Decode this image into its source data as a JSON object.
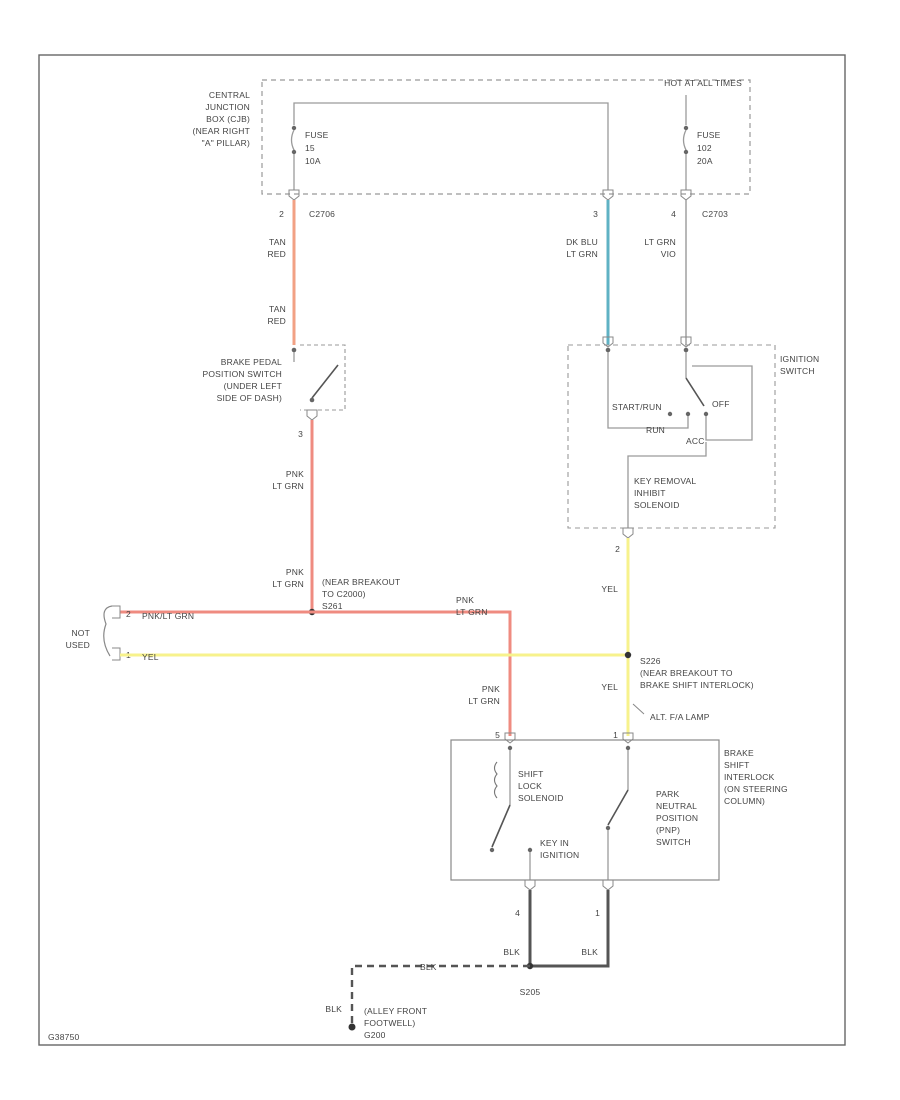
{
  "colors": {
    "wire_gray": "#9a9a9a",
    "wire_tan_red": "#f2a184",
    "wire_pink_ltgrn": "#ef8b80",
    "wire_dkblu_ltgrn": "#5fb2c4",
    "wire_yel": "#f7f28c",
    "wire_blk": "#555555",
    "frame": "#666666",
    "dashed": "#999999",
    "text": "#444444"
  },
  "cjb": {
    "label_lines": [
      "CENTRAL",
      "JUNCTION",
      "BOX (CJB)",
      "(NEAR RIGHT",
      "\"A\" PILLAR)"
    ],
    "hot_label": "HOT AT ALL TIMES",
    "fuse_left": [
      "FUSE",
      "15",
      "10A"
    ],
    "fuse_right": [
      "FUSE",
      "102",
      "20A"
    ]
  },
  "connectors": {
    "c2 pin": "2",
    "c2_name": "C2706",
    "c3_pin": "3",
    "c4_pin": "4",
    "c4_name": "C2703"
  },
  "wire_labels": {
    "tan_red_1": [
      "TAN",
      "RED"
    ],
    "tan_red_2": [
      "TAN",
      "RED"
    ],
    "dkblu_ltgrn": [
      "DK BLU",
      "LT GRN"
    ],
    "ltgrn_vio": [
      "LT GRN",
      "VIO"
    ],
    "pnk_ltgrn_1": [
      "PNK",
      "LT GRN"
    ],
    "pnk_ltgrn_2": [
      "PNK",
      "LT GRN"
    ],
    "pnk_ltgrn_3": [
      "PNK",
      "LT GRN"
    ],
    "pnk_ltgrn_4": [
      "PNK",
      "LT GRN"
    ],
    "pnk_ltgrn_horiz": "PNK/LT GRN",
    "yel_1": "YEL",
    "yel_2": "YEL",
    "yel_horiz": "YEL",
    "blk_1": "BLK",
    "blk_2": "BLK",
    "blk_3": "BLK",
    "blk_4": "BLK"
  },
  "brake_switch": {
    "label_lines": [
      "BRAKE PEDAL",
      "POSITION SWITCH",
      "(UNDER LEFT",
      "SIDE OF DASH)"
    ],
    "pin": "3"
  },
  "splice_s261": {
    "label_lines": [
      "(NEAR BREAKOUT",
      "TO C2000)",
      "S261"
    ]
  },
  "ignition": {
    "label_lines": [
      "IGNITION",
      "SWITCH"
    ],
    "start_run": "START/RUN",
    "off": "OFF",
    "run": "RUN",
    "acc": "ACC",
    "solenoid_lines": [
      "KEY REMOVAL",
      "INHIBIT",
      "SOLENOID"
    ],
    "pin_out": "2"
  },
  "not_used": {
    "label_lines": [
      "NOT",
      "USED"
    ],
    "pin_top": "2",
    "pin_bot": "1"
  },
  "splice_s226": {
    "label_lines": [
      "S226",
      "(NEAR BREAKOUT TO",
      "BRAKE SHIFT INTERLOCK)"
    ],
    "alt_label": "ALT. F/A LAMP"
  },
  "bsi": {
    "label_lines": [
      "BRAKE",
      "SHIFT",
      "INTERLOCK",
      "(ON STEERING",
      "COLUMN)"
    ],
    "solenoid_lines": [
      "SHIFT",
      "LOCK",
      "SOLENOID"
    ],
    "key_in_lines": [
      "KEY IN",
      "IGNITION"
    ],
    "pnp_lines": [
      "PARK",
      "NEUTRAL",
      "POSITION",
      "(PNP)",
      "SWITCH"
    ],
    "pin_tl": "5",
    "pin_tr": "1",
    "pin_bl": "4",
    "pin_br": "1"
  },
  "ground": {
    "splice_name": "S205",
    "label_lines": [
      "(ALLEY FRONT",
      "FOOTWELL)",
      "G200"
    ]
  },
  "footer_code": "G38750"
}
